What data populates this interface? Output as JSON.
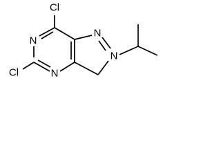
{
  "molecule": {
    "atoms": {
      "cl_top": "Cl",
      "cl_bottom": "Cl",
      "n1": "N",
      "n3": "N",
      "n_pyrazole_top": "N",
      "n_pyrazole_right": "N"
    }
  },
  "colors": {
    "bond": "#000000",
    "text": "#000000",
    "background": "#ffffff"
  }
}
